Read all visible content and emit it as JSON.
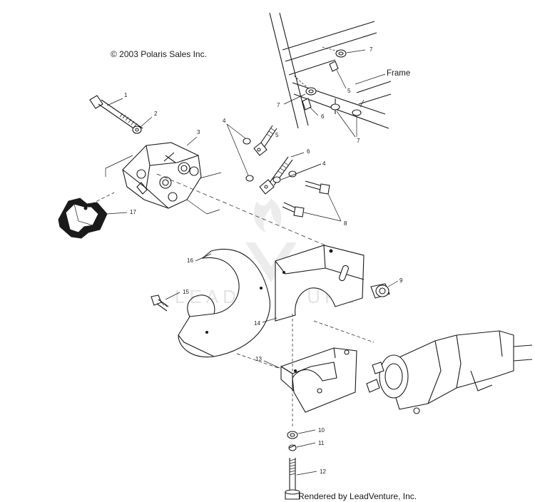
{
  "diagram": {
    "copyright": "© 2003 Polaris Sales Inc.",
    "credit": "Rendered by LeadVenture, Inc.",
    "watermark": "LEADVENTURE",
    "frame_label": "Frame",
    "callouts": {
      "c1": "1",
      "c2": "2",
      "c3": "3",
      "c4a": "4",
      "c4b": "4",
      "c5a": "5",
      "c5b": "5",
      "c6a": "6",
      "c6b": "6",
      "c7a": "7",
      "c7b": "7",
      "c7c": "7",
      "c8": "8",
      "c9": "9",
      "c10": "10",
      "c11": "11",
      "c12": "12",
      "c13": "13",
      "c14": "14",
      "c15": "15",
      "c16": "16",
      "c17": "17"
    }
  }
}
